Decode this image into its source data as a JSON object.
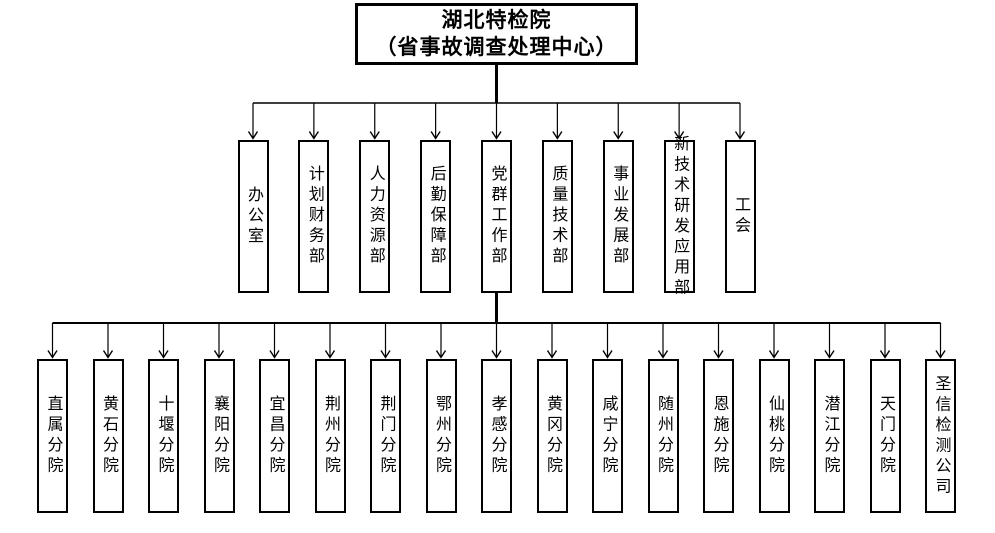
{
  "root": {
    "line1": "湖北特检院",
    "line2": "（省事故调查处理中心）"
  },
  "departments": [
    "办公室",
    "计划财务部",
    "人力资源部",
    "后勤保障部",
    "党群工作部",
    "质量技术部",
    "事业发展部",
    "新技术研发应用部",
    "工会"
  ],
  "branches": [
    "直属分院",
    "黄石分院",
    "十堰分院",
    "襄阳分院",
    "宜昌分院",
    "荆州分院",
    "荆门分院",
    "鄂州分院",
    "孝感分院",
    "黄冈分院",
    "咸宁分院",
    "随州分院",
    "恩施分院",
    "仙桃分院",
    "潜江分院",
    "天门分院",
    "圣信检测公司"
  ],
  "colors": {
    "background": "#ffffff",
    "line": "#000000",
    "box_border": "#000000",
    "text": "#000000"
  }
}
